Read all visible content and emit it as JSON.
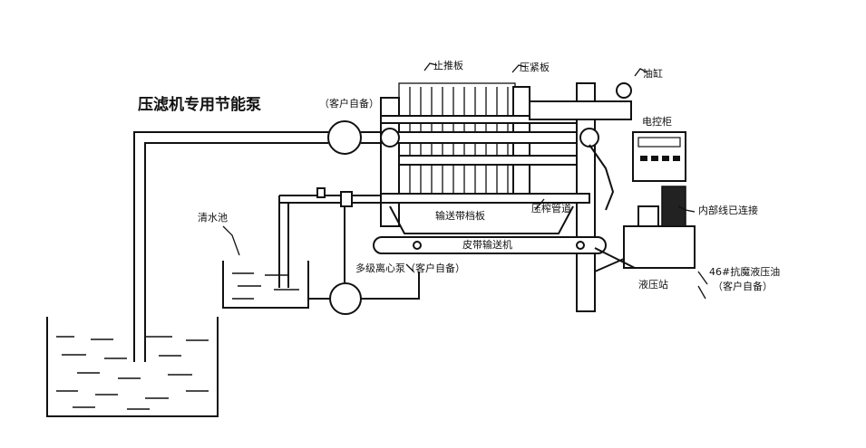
{
  "title": "压滤机专用节能泵",
  "title_note": "（客户自备）",
  "labels": {
    "stop_plate": "止推板",
    "press_plate": "压紧板",
    "oil_cylinder": "油缸",
    "control_cabinet": "电控柜",
    "internal_wired": "内部线已连接",
    "clear_pool": "清水池",
    "conveyor_baffle": "输送带档板",
    "press_pipe": "压榨管道",
    "belt_conveyor": "皮带输送机",
    "centrifugal_pump": "多级离心泵（客户自备）",
    "hydraulic_station": "液压站",
    "oil_line1": "46#抗魔液压油",
    "oil_line2": "（客户自备）"
  }
}
